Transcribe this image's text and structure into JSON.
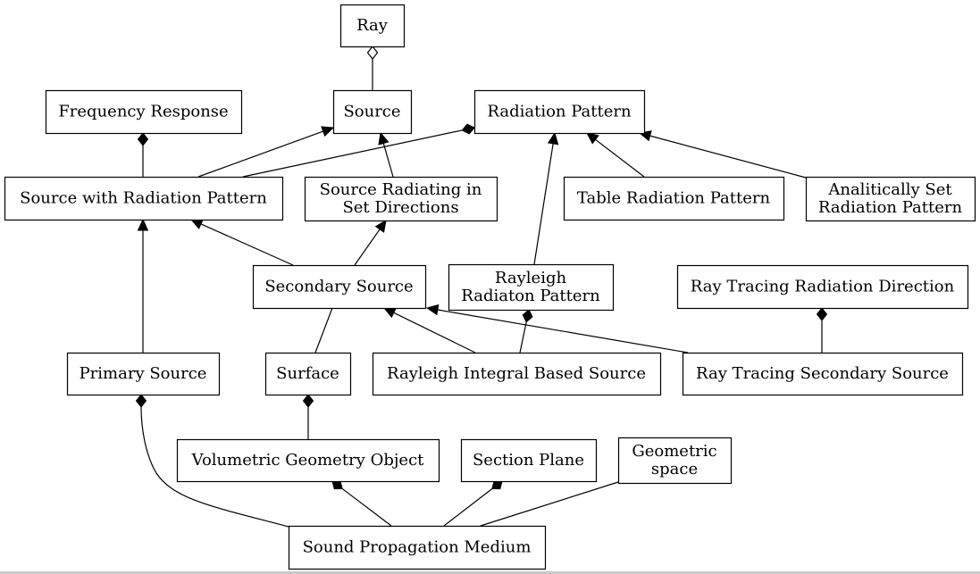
{
  "diagram": {
    "nodes": {
      "ray": {
        "lines": [
          "Ray"
        ]
      },
      "frequency_response": {
        "lines": [
          "Frequency Response"
        ]
      },
      "source": {
        "lines": [
          "Source"
        ]
      },
      "radiation_pattern": {
        "lines": [
          "Radiation Pattern"
        ]
      },
      "source_with_radiation_pattern": {
        "lines": [
          "Source with Radiation Pattern"
        ]
      },
      "source_radiating_in_set_directions": {
        "lines": [
          "Source Radiating in",
          "Set Directions"
        ]
      },
      "table_radiation_pattern": {
        "lines": [
          "Table Radiation Pattern"
        ]
      },
      "analitically_set_radiation_pattern": {
        "lines": [
          "Analitically Set",
          "Radiation Pattern"
        ]
      },
      "secondary_source": {
        "lines": [
          "Secondary Source"
        ]
      },
      "rayleigh_radiaton_pattern": {
        "lines": [
          "Rayleigh",
          "Radiaton Pattern"
        ]
      },
      "ray_tracing_radiation_direction": {
        "lines": [
          "Ray Tracing Radiation Direction"
        ]
      },
      "primary_source": {
        "lines": [
          "Primary Source"
        ]
      },
      "surface": {
        "lines": [
          "Surface"
        ]
      },
      "rayleigh_integral_based_source": {
        "lines": [
          "Rayleigh Integral Based Source"
        ]
      },
      "ray_tracing_secondary_source": {
        "lines": [
          "Ray Tracing Secondary Source"
        ]
      },
      "volumetric_geometry_object": {
        "lines": [
          "Volumetric Geometry Object"
        ]
      },
      "section_plane": {
        "lines": [
          "Section Plane"
        ]
      },
      "geometric_space": {
        "lines": [
          "Geometric",
          "space"
        ]
      },
      "sound_propagation_medium": {
        "lines": [
          "Sound Propagation Medium"
        ]
      }
    },
    "edges": [
      {
        "from": "source",
        "to": "ray",
        "kind": "aggregation"
      },
      {
        "from": "source_with_radiation_pattern",
        "to": "frequency_response",
        "kind": "composition"
      },
      {
        "from": "source_with_radiation_pattern",
        "to": "source",
        "kind": "inheritance"
      },
      {
        "from": "source_with_radiation_pattern",
        "to": "radiation_pattern",
        "kind": "composition"
      },
      {
        "from": "source_radiating_in_set_directions",
        "to": "source",
        "kind": "inheritance"
      },
      {
        "from": "table_radiation_pattern",
        "to": "radiation_pattern",
        "kind": "inheritance"
      },
      {
        "from": "analitically_set_radiation_pattern",
        "to": "radiation_pattern",
        "kind": "inheritance"
      },
      {
        "from": "rayleigh_radiaton_pattern",
        "to": "radiation_pattern",
        "kind": "inheritance"
      },
      {
        "from": "secondary_source",
        "to": "source_with_radiation_pattern",
        "kind": "inheritance"
      },
      {
        "from": "secondary_source",
        "to": "source_radiating_in_set_directions",
        "kind": "inheritance"
      },
      {
        "from": "primary_source",
        "to": "source_with_radiation_pattern",
        "kind": "inheritance"
      },
      {
        "from": "secondary_source",
        "to": "surface",
        "kind": "association"
      },
      {
        "from": "rayleigh_integral_based_source",
        "to": "secondary_source",
        "kind": "inheritance"
      },
      {
        "from": "ray_tracing_secondary_source",
        "to": "secondary_source",
        "kind": "inheritance"
      },
      {
        "from": "rayleigh_integral_based_source",
        "to": "rayleigh_radiaton_pattern",
        "kind": "composition"
      },
      {
        "from": "ray_tracing_secondary_source",
        "to": "ray_tracing_radiation_direction",
        "kind": "composition"
      },
      {
        "from": "volumetric_geometry_object",
        "to": "surface",
        "kind": "composition"
      },
      {
        "from": "sound_propagation_medium",
        "to": "primary_source",
        "kind": "composition"
      },
      {
        "from": "sound_propagation_medium",
        "to": "volumetric_geometry_object",
        "kind": "composition"
      },
      {
        "from": "sound_propagation_medium",
        "to": "section_plane",
        "kind": "composition"
      },
      {
        "from": "sound_propagation_medium",
        "to": "geometric_space",
        "kind": "association"
      }
    ]
  }
}
